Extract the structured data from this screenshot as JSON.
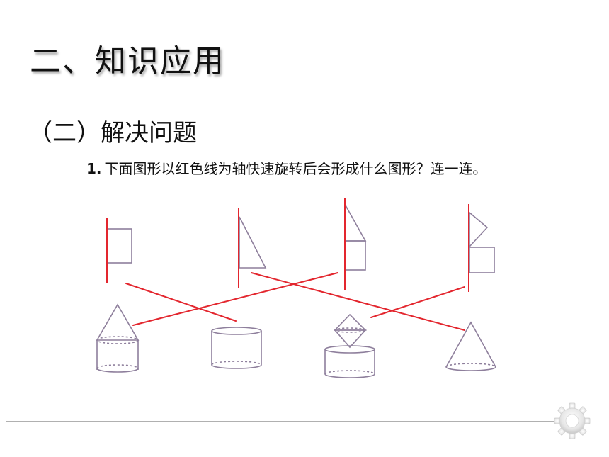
{
  "slide": {
    "title": "二、知识应用",
    "section": "（二）解决问题",
    "question": {
      "number": "1.",
      "text": "下面图形以红色线为轴快速旋转后会形成什么图形？连一连。"
    }
  },
  "colors": {
    "axis": "#e3262e",
    "shape": "#8e7f9c",
    "text": "#111111"
  },
  "icons": {
    "decoration": "gear-icon"
  }
}
